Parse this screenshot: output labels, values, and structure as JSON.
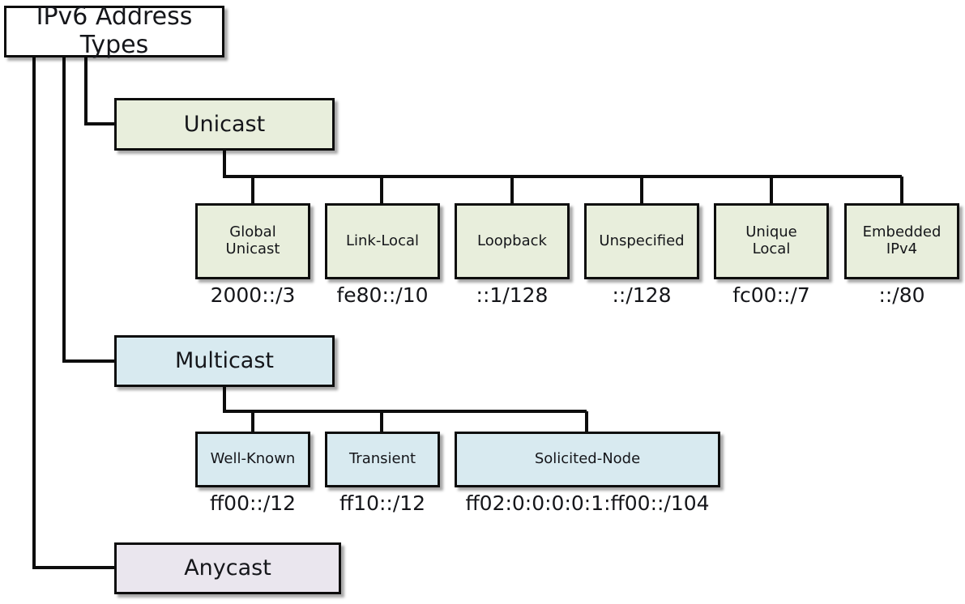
{
  "diagram": {
    "title": "IPv6 Address Types",
    "root": {
      "label": "IPv6 Address Types",
      "fill": "#ffffff"
    },
    "categories": [
      {
        "label": "Unicast",
        "fill": "#e8eedc"
      },
      {
        "label": "Multicast",
        "fill": "#d8eaf0"
      },
      {
        "label": "Anycast",
        "fill": "#eae6ee"
      }
    ],
    "unicast_children": [
      {
        "label": "Global\nUnicast",
        "prefix": "2000::/3"
      },
      {
        "label": "Link-Local",
        "prefix": "fe80::/10"
      },
      {
        "label": "Loopback",
        "prefix": "::1/128"
      },
      {
        "label": "Unspecified",
        "prefix": "::/128"
      },
      {
        "label": "Unique\nLocal",
        "prefix": "fc00::/7"
      },
      {
        "label": "Embedded\nIPv4",
        "prefix": "::/80"
      }
    ],
    "multicast_children": [
      {
        "label": "Well-Known",
        "prefix": "ff00::/12"
      },
      {
        "label": "Transient",
        "prefix": "ff10::/12"
      },
      {
        "label": "Solicited-Node",
        "prefix": "ff02:0:0:0:0:1:ff00::/104"
      }
    ],
    "anycast_children": [],
    "colors": {
      "unicast_fill": "#e8eedc",
      "multicast_fill": "#d8eaf0",
      "anycast_fill": "#eae6ee",
      "root_fill": "#ffffff",
      "stroke": "#0d0d0d",
      "text": "#15161a"
    }
  }
}
